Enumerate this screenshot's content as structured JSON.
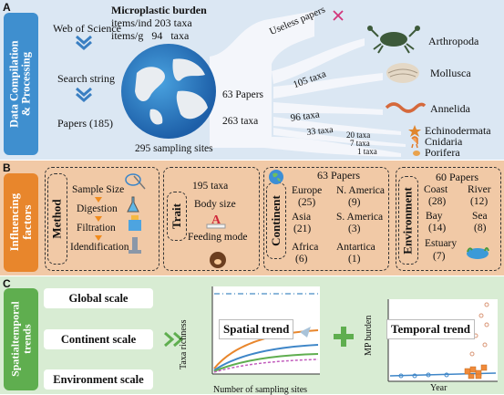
{
  "panel_a": {
    "letter": "A",
    "tab": "Data Compilation & Processing",
    "tab_line1": "Data Compilation",
    "tab_line2": "& Processing",
    "source": "Web of Science",
    "search": "Search string",
    "papers": "Papers (185)",
    "mp_title": "Microplastic burden",
    "mp_ind": "items/ind 203 taxa",
    "mp_g": "items/g   94   taxa",
    "sites": "295 sampling sites",
    "useless": "Useless papers",
    "p63": "63 Papers",
    "t263": "263 taxa",
    "t105": "105 taxa",
    "t96": "96 taxa",
    "t33": "33 taxa",
    "t20": "20 taxa",
    "t7": "7 taxa",
    "t1": "1 taxa",
    "taxa": [
      "Arthropoda",
      "Mollusca",
      "Annelida",
      "Echinodermata",
      "Cnidaria",
      "Porifera"
    ],
    "colors": {
      "tab": "#3f8fcf",
      "flow": "#f4f6fb",
      "arrow": "#3a7fc2",
      "x_mark": "#d2347a"
    }
  },
  "panel_b": {
    "letter": "B",
    "tab_line1": "Influencing",
    "tab_line2": "factors",
    "method": {
      "label": "Method",
      "steps": [
        "Sample Size",
        "Digestion",
        "Filtration",
        "Idendification"
      ]
    },
    "trait": {
      "label": "Trait",
      "taxa": "195 taxa",
      "body": "Body size",
      "feeding": "Feeding mode"
    },
    "continent": {
      "label": "Continent",
      "papers": "63 Papers",
      "items": [
        {
          "name": "Europe",
          "count": "(25)"
        },
        {
          "name": "N. America",
          "count": "(9)"
        },
        {
          "name": "Asia",
          "count": "(21)"
        },
        {
          "name": "S. America",
          "count": "(3)"
        },
        {
          "name": "Africa",
          "count": "(6)"
        },
        {
          "name": "Antartica",
          "count": "(1)"
        }
      ]
    },
    "environment": {
      "label": "Environment",
      "papers": "60 Papers",
      "items": [
        {
          "name": "Coast",
          "count": "(28)"
        },
        {
          "name": "River",
          "count": "(12)"
        },
        {
          "name": "Bay",
          "count": "(14)"
        },
        {
          "name": "Sea",
          "count": "(8)"
        },
        {
          "name": "Estuary",
          "count": "(7)"
        }
      ]
    },
    "colors": {
      "tab": "#e8862c",
      "step_arrow": "#f08a1c"
    }
  },
  "panel_c": {
    "letter": "C",
    "tab_line1": "Spatialtemporal",
    "tab_line2": "trends",
    "scales": [
      "Global scale",
      "Continent scale",
      "Environment scale"
    ],
    "spatial": {
      "title": "Spatial trend",
      "ylabel": "Taxa richness",
      "xlabel": "Number of sampling sites"
    },
    "temporal": {
      "title": "Temporal trend",
      "ylabel": "MP burden",
      "xlabel": "Year"
    },
    "colors": {
      "tab": "#5fae4f",
      "chevron": "#5fae4f",
      "plus": "#5fae4f"
    }
  }
}
